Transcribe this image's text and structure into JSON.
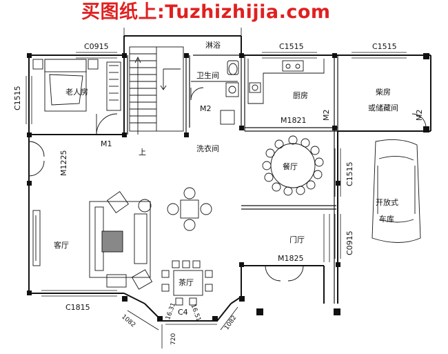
{
  "watermark": "买图纸上:Tuzhizhijia.com",
  "rooms": {
    "elder_bedroom": "老人房",
    "shower": "淋浴",
    "bathroom": "卫生间",
    "kitchen": "厨房",
    "utility_room_line1": "柴房",
    "utility_room_line2": "或储藏间",
    "laundry": "洗衣间",
    "dining": "餐厅",
    "living": "客厅",
    "foyer": "门厅",
    "tea_room": "茶厅",
    "garage_line1": "开放式",
    "garage_line2": "车库",
    "stair_up": "上"
  },
  "labels": {
    "window_c0915_top": "C0915",
    "window_c1515_top_a": "C1515",
    "window_c1515_top_b": "C1515",
    "window_c1515_left": "C1515",
    "window_c1515_garage": "C1515",
    "window_c0915_garage": "C0915",
    "window_c1815": "C1815",
    "window_c4": "C4",
    "door_m1": "M1",
    "door_m2_bath": "M2",
    "door_m2_kitchen": "M2",
    "door_m2_store": "M2",
    "door_m1821": "M1821",
    "door_m1225": "M1225",
    "door_m1825": "M1825",
    "dim_1082_left": "1082",
    "dim_1082_right": "1082",
    "dim_720": "720",
    "dim_16_31": "16.31",
    "dim_16_51": "16.51"
  }
}
